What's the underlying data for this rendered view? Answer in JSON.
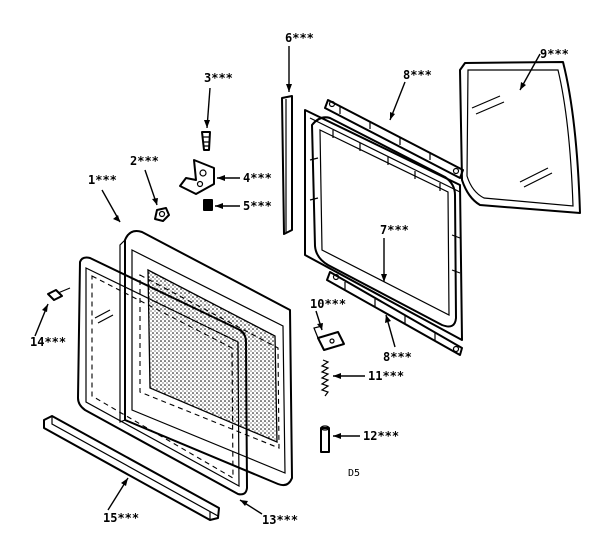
{
  "diagram": {
    "code": "D5",
    "callouts": [
      {
        "id": "1",
        "label": "1***"
      },
      {
        "id": "2",
        "label": "2***"
      },
      {
        "id": "3",
        "label": "3***"
      },
      {
        "id": "4",
        "label": "4***"
      },
      {
        "id": "5",
        "label": "5***"
      },
      {
        "id": "6",
        "label": "6***"
      },
      {
        "id": "7",
        "label": "7***"
      },
      {
        "id": "8a",
        "label": "8***"
      },
      {
        "id": "8b",
        "label": "8***"
      },
      {
        "id": "9",
        "label": "9***"
      },
      {
        "id": "10",
        "label": "10***"
      },
      {
        "id": "11",
        "label": "11***"
      },
      {
        "id": "12",
        "label": "12***"
      },
      {
        "id": "13",
        "label": "13***"
      },
      {
        "id": "14",
        "label": "14***"
      },
      {
        "id": "15",
        "label": "15***"
      }
    ]
  }
}
